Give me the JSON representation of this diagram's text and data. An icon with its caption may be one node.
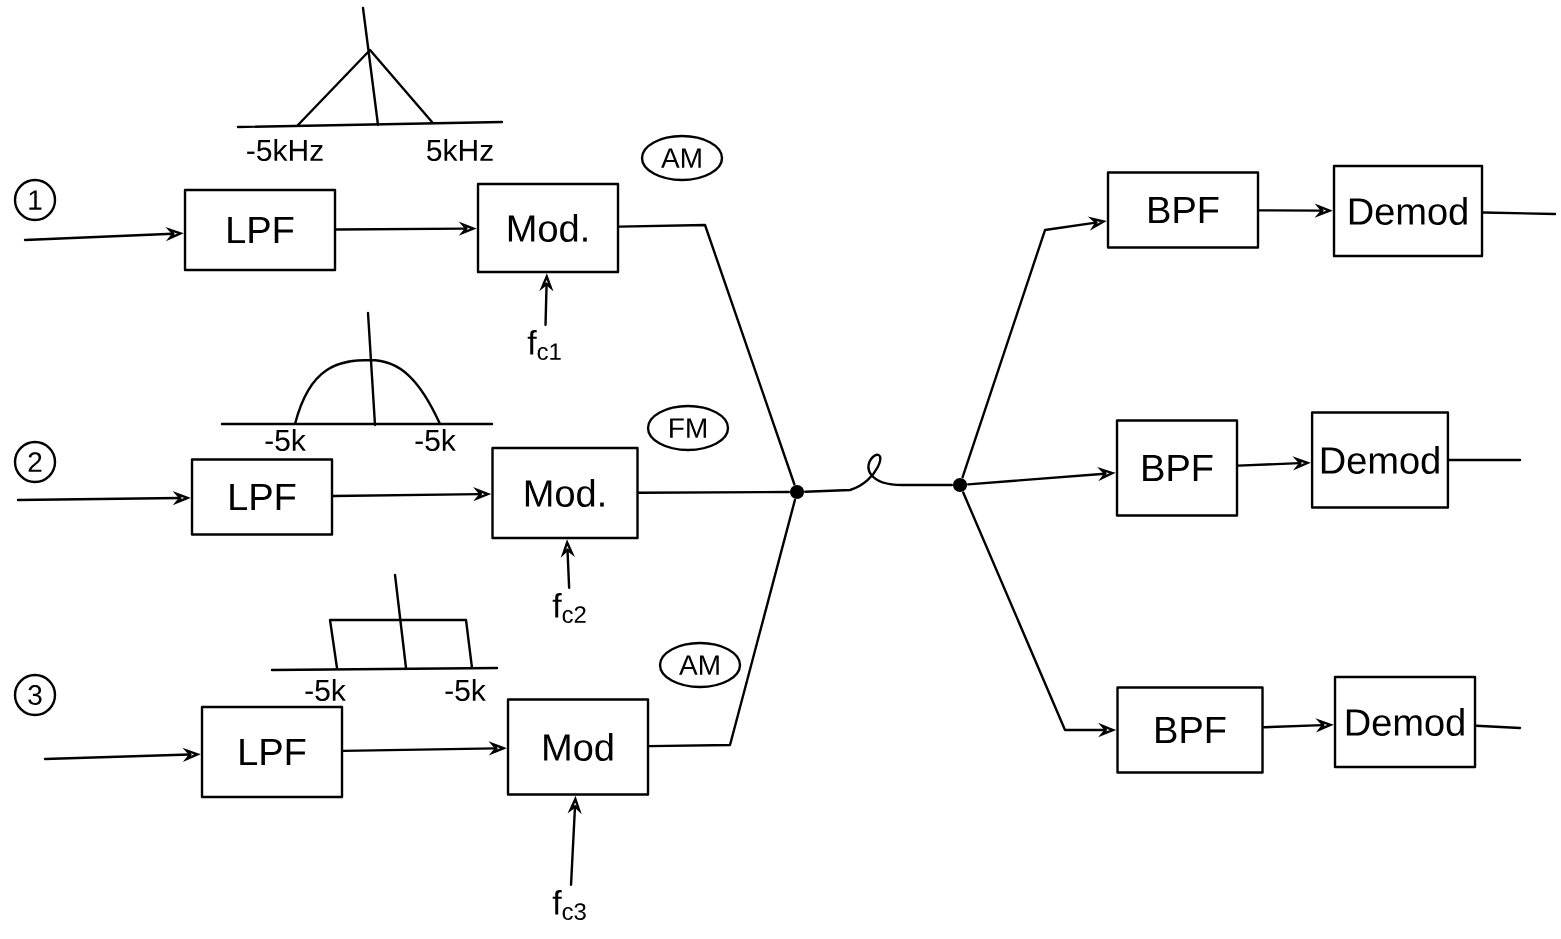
{
  "diagram": {
    "nodes": [
      {
        "text": [
          "1"
        ]
      },
      {
        "text": [
          "LPF"
        ]
      },
      {
        "text": [
          "Mod."
        ]
      },
      {
        "text": [
          "f$_{c1}$"
        ]
      },
      {
        "text": [
          "AM"
        ]
      },
      {
        "text": [
          "2"
        ]
      },
      {
        "text": [
          "LPF"
        ]
      },
      {
        "text": [
          "Mod."
        ]
      },
      {
        "text": [
          "f$_{c2}$"
        ]
      },
      {
        "text": [
          "FM"
        ]
      },
      {
        "text": [
          "3"
        ]
      },
      {
        "text": [
          "LPF"
        ]
      },
      {
        "text": [
          "Mod"
        ]
      },
      {
        "text": [
          "f$_{c3}$"
        ]
      },
      {
        "text": [
          "AM"
        ]
      },
      {
        "text": [],
        "shape": "circle"
      },
      {
        "text": [],
        "shape": "circle"
      },
      {
        "text": [
          "BPF"
        ]
      },
      {
        "text": [
          "Demod"
        ]
      },
      {
        "text": [
          "BPF"
        ]
      },
      {
        "text": [
          "Demod"
        ]
      },
      {
        "text": [
          "BPF"
        ]
      },
      {
        "text": [
          "Demod"
        ]
      }
    ],
    "edges": [
      {
        "from": null,
        "to": 1,
        "arrow": "to"
      },
      {
        "from": 1,
        "to": 2,
        "arrow": "to"
      },
      {
        "from": 3,
        "to": 2,
        "arrow": "to"
      },
      {
        "from": 2,
        "to": 15,
        "arrow": "none"
      },
      {
        "from": null,
        "to": 6,
        "arrow": "to"
      },
      {
        "from": 6,
        "to": 7,
        "arrow": "to"
      },
      {
        "from": 8,
        "to": 7,
        "arrow": "to"
      },
      {
        "from": 7,
        "to": 15,
        "arrow": "none"
      },
      {
        "from": null,
        "to": 11,
        "arrow": "to"
      },
      {
        "from": 11,
        "to": 12,
        "arrow": "to"
      },
      {
        "from": 13,
        "to": 12,
        "arrow": "to"
      },
      {
        "from": 12,
        "to": 15,
        "arrow": "none"
      },
      {
        "from": 15,
        "to": 16,
        "arrow": "none"
      },
      {
        "from": 16,
        "to": 17,
        "arrow": "to"
      },
      {
        "from": 16,
        "to": 19,
        "arrow": "to"
      },
      {
        "from": 16,
        "to": 21,
        "arrow": "to"
      },
      {
        "from": 17,
        "to": 18,
        "arrow": "to"
      },
      {
        "from": 19,
        "to": 20,
        "arrow": "to"
      },
      {
        "from": 21,
        "to": 22,
        "arrow": "to"
      },
      {
        "from": 18,
        "to": null,
        "arrow": "none"
      },
      {
        "from": 20,
        "to": null,
        "arrow": "none"
      },
      {
        "from": 22,
        "to": null,
        "arrow": "none"
      }
    ],
    "labels": [
      "-5kHz",
      "5kHz",
      "-5k",
      "-5k",
      "-5k",
      "-5k"
    ]
  }
}
